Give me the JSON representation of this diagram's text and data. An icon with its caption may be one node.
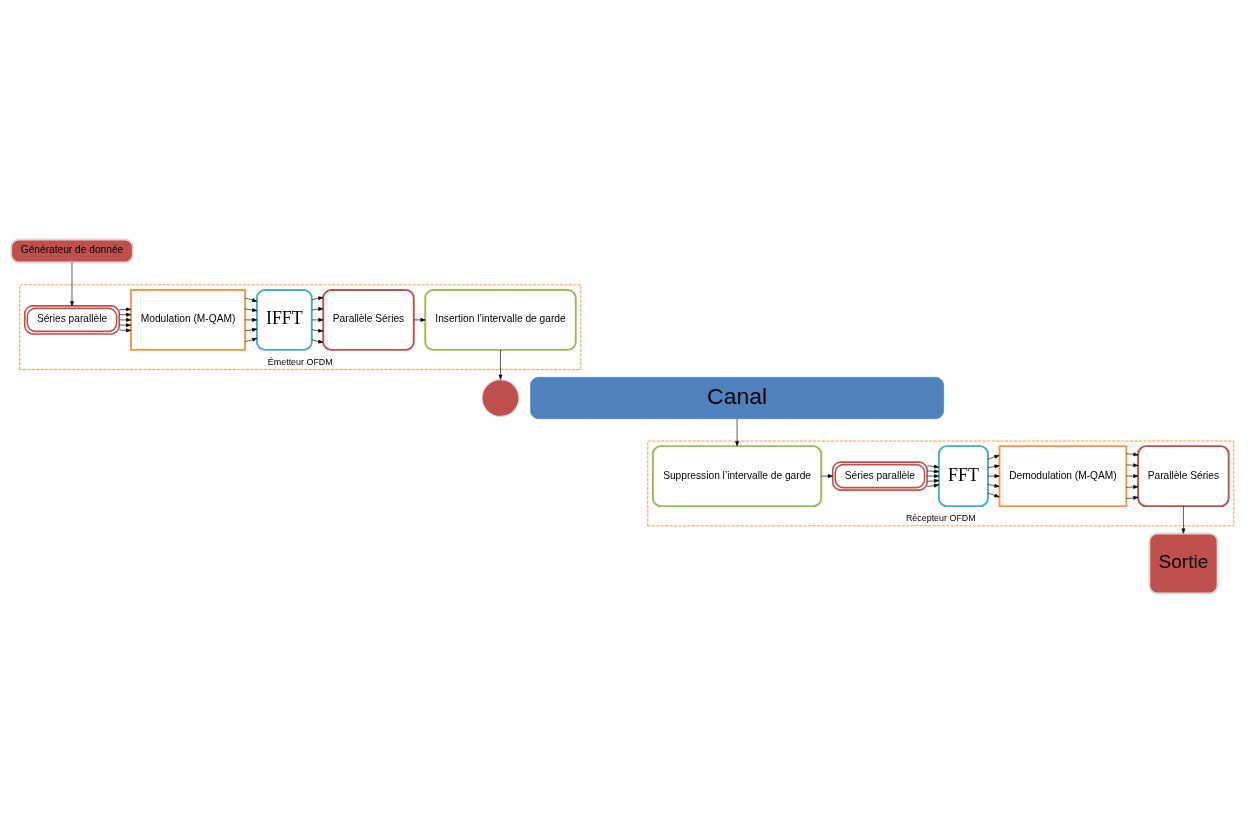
{
  "diagram": {
    "nodes": [
      {
        "text": [
          "Générateur de donnée"
        ]
      },
      {
        "text": [
          "Émetteur OFDM"
        ]
      },
      {
        "text": [
          "Séries parallèle"
        ],
        "in": 1
      },
      {
        "text": [
          "Modulation (M-QAM)"
        ],
        "in": 1
      },
      {
        "text": [
          "IFFT"
        ],
        "in": 1
      },
      {
        "text": [
          "Parallèle Séries"
        ],
        "in": 1
      },
      {
        "text": [
          "Insertion l’intervalle de garde"
        ],
        "in": 1
      },
      {
        "text": [
          "Canal"
        ]
      },
      {
        "text": [],
        "shape": "circle"
      },
      {
        "text": [
          "Récepteur OFDM"
        ]
      },
      {
        "text": [
          "Suppression l’intervalle de garde"
        ],
        "in": 9
      },
      {
        "text": [
          "Séries parallèle"
        ],
        "in": 9
      },
      {
        "text": [
          "FFT"
        ],
        "in": 9
      },
      {
        "text": [
          "Demodulation (M-QAM)"
        ],
        "in": 9
      },
      {
        "text": [
          "Parallèle Séries"
        ],
        "in": 9
      },
      {
        "text": [
          "Sortie"
        ]
      }
    ],
    "edges": [
      {
        "from": 0,
        "to": 2,
        "arrow": "to"
      },
      {
        "from": 2,
        "to": 3,
        "arrow": "to"
      },
      {
        "from": 2,
        "to": 3,
        "arrow": "to"
      },
      {
        "from": 2,
        "to": 3,
        "arrow": "to"
      },
      {
        "from": 2,
        "to": 3,
        "arrow": "to"
      },
      {
        "from": 2,
        "to": 3,
        "arrow": "to"
      },
      {
        "from": 3,
        "to": 4,
        "arrow": "to"
      },
      {
        "from": 3,
        "to": 4,
        "arrow": "to"
      },
      {
        "from": 3,
        "to": 4,
        "arrow": "to"
      },
      {
        "from": 3,
        "to": 4,
        "arrow": "to"
      },
      {
        "from": 3,
        "to": 4,
        "arrow": "to"
      },
      {
        "from": 4,
        "to": 5,
        "arrow": "to"
      },
      {
        "from": 4,
        "to": 5,
        "arrow": "to"
      },
      {
        "from": 4,
        "to": 5,
        "arrow": "to"
      },
      {
        "from": 4,
        "to": 5,
        "arrow": "to"
      },
      {
        "from": 4,
        "to": 5,
        "arrow": "to"
      },
      {
        "from": 5,
        "to": 6,
        "arrow": "to"
      },
      {
        "from": 6,
        "to": 8,
        "arrow": "to"
      },
      {
        "from": 7,
        "to": 10,
        "arrow": "to"
      },
      {
        "from": 10,
        "to": 11,
        "arrow": "to"
      },
      {
        "from": 11,
        "to": 12,
        "arrow": "to"
      },
      {
        "from": 11,
        "to": 12,
        "arrow": "to"
      },
      {
        "from": 11,
        "to": 12,
        "arrow": "to"
      },
      {
        "from": 11,
        "to": 12,
        "arrow": "to"
      },
      {
        "from": 11,
        "to": 12,
        "arrow": "to"
      },
      {
        "from": 12,
        "to": 13,
        "arrow": "to"
      },
      {
        "from": 12,
        "to": 13,
        "arrow": "to"
      },
      {
        "from": 12,
        "to": 13,
        "arrow": "to"
      },
      {
        "from": 12,
        "to": 13,
        "arrow": "to"
      },
      {
        "from": 12,
        "to": 13,
        "arrow": "to"
      },
      {
        "from": 13,
        "to": 14,
        "arrow": "to"
      },
      {
        "from": 13,
        "to": 14,
        "arrow": "to"
      },
      {
        "from": 13,
        "to": 14,
        "arrow": "to"
      },
      {
        "from": 13,
        "to": 14,
        "arrow": "to"
      },
      {
        "from": 13,
        "to": 14,
        "arrow": "to"
      },
      {
        "from": 14,
        "to": 15,
        "arrow": "to"
      }
    ]
  }
}
